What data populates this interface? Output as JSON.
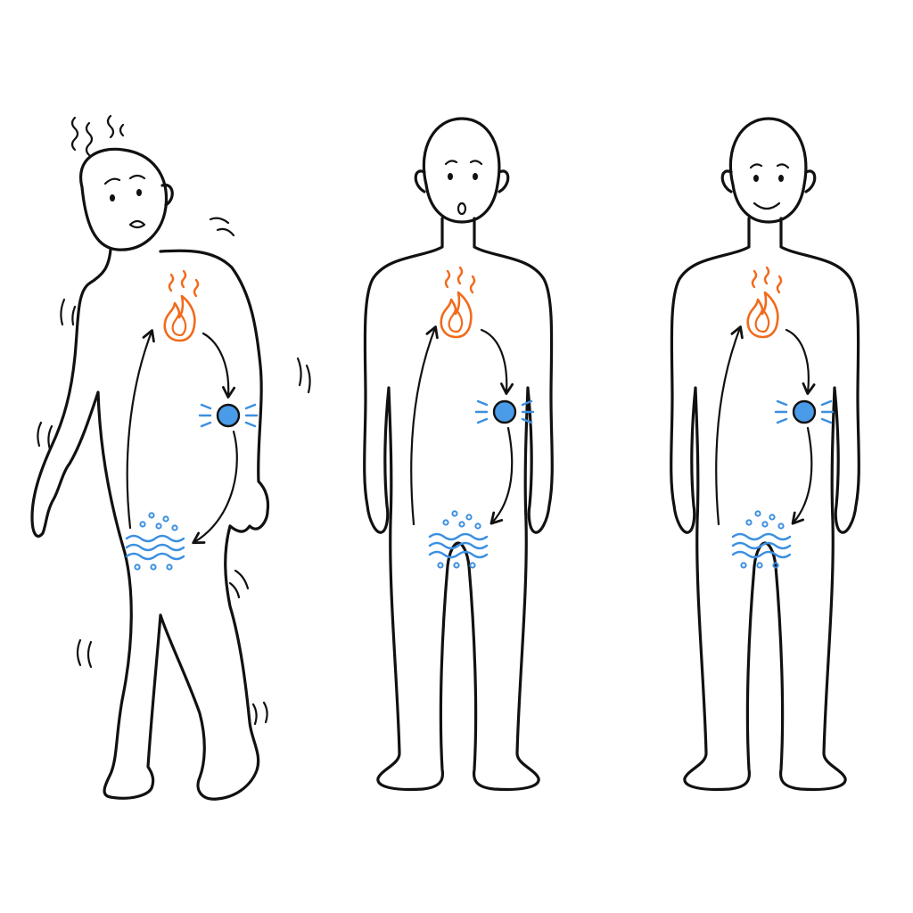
{
  "colors": {
    "ink": "#111111",
    "fire": "#f26a1b",
    "water": "#3b8fe0",
    "node_fill": "#4a9be8",
    "background": "#ffffff"
  },
  "figures": [
    {
      "state": "stressed",
      "expression": "distressed",
      "posture": "slumped",
      "motion_lines": true,
      "flow_cycle": [
        "flame-icon",
        "blue-node-icon",
        "water-waves-icon"
      ]
    },
    {
      "state": "neutral",
      "expression": "surprised",
      "posture": "upright",
      "motion_lines": false,
      "flow_cycle": [
        "flame-icon",
        "blue-node-icon",
        "water-waves-icon"
      ]
    },
    {
      "state": "balanced",
      "expression": "smiling",
      "posture": "upright",
      "motion_lines": false,
      "flow_cycle": [
        "flame-icon",
        "blue-node-icon",
        "water-waves-icon"
      ]
    }
  ]
}
